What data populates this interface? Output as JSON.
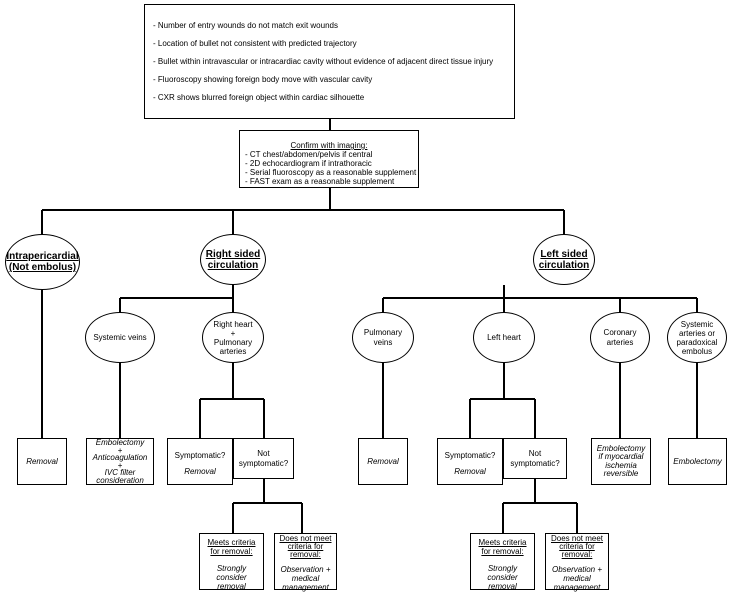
{
  "criteria": {
    "items": [
      "- Number of entry wounds do not match exit wounds",
      "- Location of bullet not consistent with predicted trajectory",
      "- Bullet within intravascular or intracardiac cavity without evidence of adjacent direct tissue injury",
      "- Fluoroscopy showing foreign body move with vascular cavity",
      "- CXR shows blurred foreign object within cardiac silhouette"
    ]
  },
  "imaging": {
    "title": "Confirm with imaging:",
    "items": [
      "- CT chest/abdomen/pelvis if central",
      "- 2D echocardiogram if intrathoracic",
      "- Serial fluoroscopy as a reasonable supplement",
      "- FAST exam as a reasonable supplement"
    ]
  },
  "branches": {
    "intrapericardial": [
      "Intrapericardial",
      "(Not embolus)"
    ],
    "right": [
      "Right sided",
      "circulation"
    ],
    "left": [
      "Left sided",
      "circulation"
    ]
  },
  "nodes": {
    "systemic_veins": "Systemic veins",
    "right_heart": [
      "Right heart",
      "+",
      "Pulmonary",
      "arteries"
    ],
    "pulmonary_veins": [
      "Pulmonary",
      "veins"
    ],
    "left_heart": "Left heart",
    "coronary": [
      "Coronary",
      "arteries"
    ],
    "systemic_arteries": [
      "Systemic",
      "arteries or",
      "paradoxical",
      "embolus"
    ]
  },
  "outcomes": {
    "removal": "Removal",
    "embolectomy_veins": [
      "Embolectomy",
      "+",
      "Anticoagulation",
      "+",
      "IVC filter",
      "consideration"
    ],
    "symptomatic": "Symptomatic?",
    "not_symptomatic": [
      "Not",
      "symptomatic?"
    ],
    "meets_criteria": [
      "Meets criteria",
      "for removal:"
    ],
    "strongly_consider": [
      "Strongly",
      "consider",
      "removal"
    ],
    "does_not_meet": [
      "Does not meet",
      "criteria for",
      "removal:"
    ],
    "observation": [
      "Observation +",
      "medical",
      "management"
    ],
    "embolectomy_coronary": [
      "Embolectomy",
      "if myocardial",
      "ischemia",
      "reversible"
    ],
    "embolectomy": "Embolectomy"
  }
}
